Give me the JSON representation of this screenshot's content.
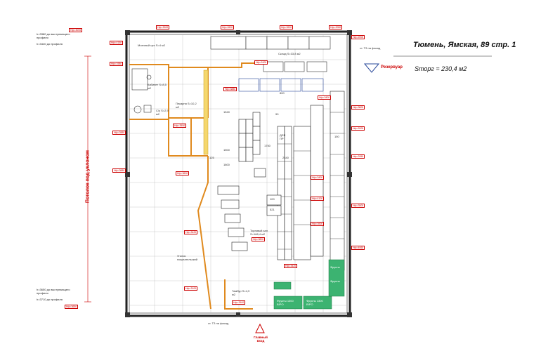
{
  "header": {
    "address": "Тюмень, Ямская, 89 стр. 1",
    "area": "Sторг = 230,4 м2"
  },
  "legend": {
    "reserve": "Резервуар"
  },
  "rooms": {
    "hall": "Торговый зал S=168,4 м2",
    "tambour": "Тамбур S=4,9 м2",
    "warehouse": "Склад S=33,8 м2",
    "cabinet": "Кабинет S=8,5 м2",
    "pantry": "Пекарня S=10,2 м2",
    "wash": "Моечный цех S=4 м2",
    "toilet": "С/у S=2,9 м2",
    "zone": "Уголок покупательский"
  },
  "side_label": "Потолок под уклоном",
  "heights": {
    "top_line1": "h=3380 до выступающего профиля",
    "top_line2": "h=3440 до профиля",
    "bottom_line1": "h=3650 до выступающего профиля",
    "bottom_line2": "h=3710 до профиля"
  },
  "entrance": "Главный вход",
  "facade_top": "ст. ТЗ на фасад",
  "facade_bottom": "ст. ТЗ на фасад",
  "fixtures": {
    "fruits1": "Фрукты 1300 BIPO",
    "fruits2": "Фрукты 1300 BIPO",
    "fruits3": "Фрукты",
    "fruits4": "Фрукты",
    "checkout": "ДЛЯ ПР",
    "n100": "100",
    "n125": "125",
    "n521": "521",
    "n90": "90",
    "n150": "150"
  },
  "dims": {
    "d1800": "1800",
    "d1500": "1500",
    "d1750": "1750",
    "d1540": "1540",
    "d800": "800",
    "d2840": "2840"
  },
  "marks": [
    "Нф=3000",
    "Нф=3000",
    "Нф=2600",
    "Нф=3900",
    "Нф=2080",
    "Нф=2000",
    "Нф=4150",
    "Нф=1980",
    "Нф=2400",
    "Нф=3880",
    "Нф=3400",
    "Нф=2880",
    "Нф=3550",
    "Нф=3800",
    "Нф=2000",
    "Нф=2950",
    "Нф=3880",
    "Нф=3600",
    "Нф=3400",
    "Нф=4100",
    "Нф=3500",
    "Нф=3420",
    "Нф=3900",
    "Нф=3800",
    "Нф=4060",
    "Нф=3420",
    "Нф=3100",
    "Нф=2600",
    "Нф=3650"
  ]
}
